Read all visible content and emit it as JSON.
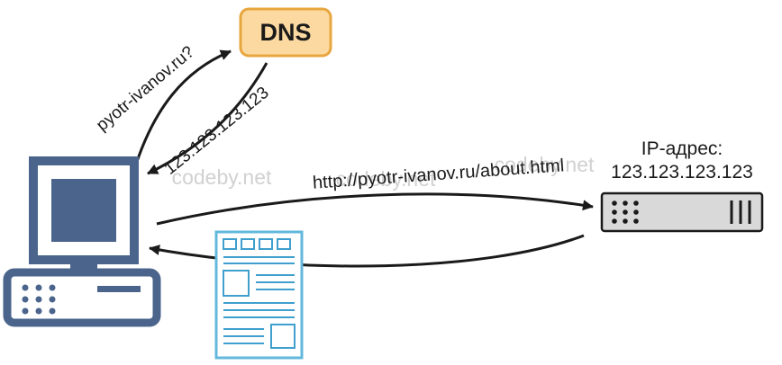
{
  "diagram": {
    "dns": {
      "label": "DNS"
    },
    "labels": {
      "dns_query": "pyotr-ivanov.ru?",
      "dns_response": "123.123.123.123",
      "http_request": "http://pyotr-ivanov.ru/about.html"
    },
    "server": {
      "caption_line1": "IP-адрес:",
      "caption_line2": "123.123.123.123"
    },
    "watermark": "codeby.net",
    "colors": {
      "computer": "#4a648c",
      "dns_fill": "#fcd9a0",
      "dns_border": "#e7a63e",
      "server_fill": "#d9d9d9",
      "server_stroke": "#1a1a1a",
      "document_border": "#63b8dc",
      "document_content": "#3f9fcd",
      "arrow": "#1a1a1a",
      "label_text": "#1a1a1a",
      "watermark_color": "#c9c9c9"
    }
  }
}
